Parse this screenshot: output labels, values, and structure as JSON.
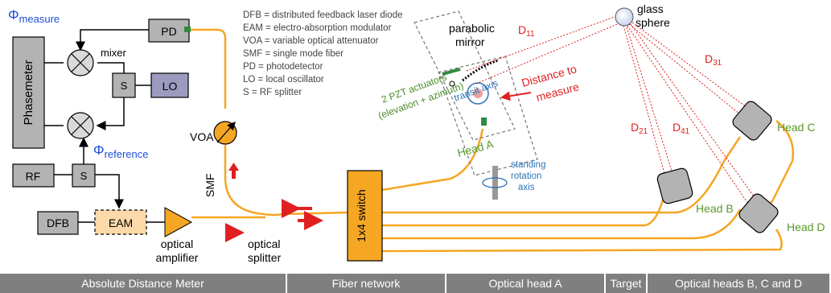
{
  "blocks": {
    "phasemeter": "Phasemeter",
    "pd": "PD",
    "lo": "LO",
    "rf": "RF",
    "splitter_s": "S",
    "dfb": "DFB",
    "eam": "EAM",
    "switch": "1x4 switch"
  },
  "labels": {
    "phi_symbol": "Φ",
    "measure_sub": "measure",
    "reference_sub": "reference",
    "mixer": "mixer",
    "voa": "VOA",
    "smf": "SMF",
    "optical_amplifier_1": "optical",
    "optical_amplifier_2": "amplifier",
    "optical_splitter_1": "optical",
    "optical_splitter_2": "splitter",
    "parabolic_mirror_1": "parabolic",
    "parabolic_mirror_2": "mirror",
    "pzt_1": "2 PZT actuators",
    "pzt_2": "(elevation + azimuth)",
    "transit_axis": "transit axis",
    "head_a": "Head A",
    "standing_1": "standing",
    "standing_2": "rotation",
    "standing_3": "axis",
    "distance_1": "Distance to",
    "distance_2": "measure",
    "glass_1": "glass",
    "glass_2": "sphere",
    "head_b": "Head B",
    "head_c": "Head C",
    "head_d": "Head D",
    "d11_main": "D",
    "d11_sub": "11",
    "d21_main": "D",
    "d21_sub": "21",
    "d31_main": "D",
    "d31_sub": "31",
    "d41_main": "D",
    "d41_sub": "41"
  },
  "legend": [
    "DFB = distributed feedback laser diode",
    "EAM = electro-absorption modulator",
    "VOA = variable optical attenuator",
    "SMF = single mode fiber",
    "PD = photodetector",
    "LO = local oscillator",
    "S = RF splitter"
  ],
  "footer": [
    "Absolute Distance Meter",
    "Fiber network",
    "Optical head A",
    "Target",
    "Optical heads B, C and D"
  ],
  "colors": {
    "fiber": "#f5a623",
    "phi_blue": "#1f4fd6",
    "red": "#e02020",
    "green": "#5a9a2a",
    "axis_blue": "#2e75b6",
    "lo_fill": "#9c9bbf",
    "head_fill": "#b3b3b3"
  }
}
